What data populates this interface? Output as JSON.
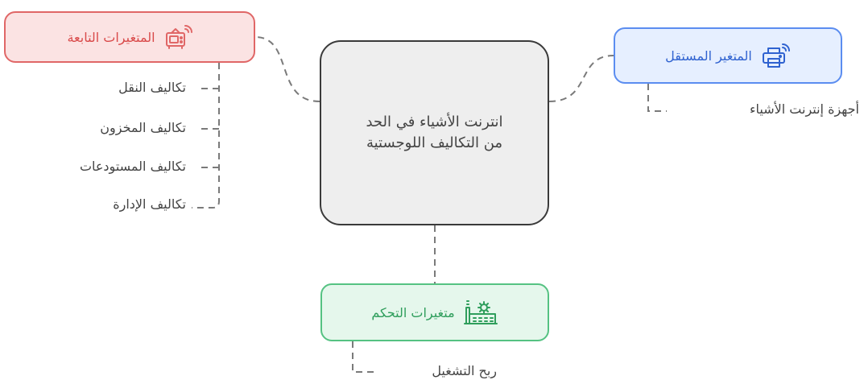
{
  "central": {
    "text": "انترنت الأشياء في الحد من التكاليف اللوجستية"
  },
  "dependent": {
    "title": "المتغيرات التابعة",
    "icon": "tv-antenna-icon",
    "color": "#e06767",
    "items": [
      "تكاليف النقل",
      "تكاليف المخزون",
      "تكاليف المستودعات",
      "تكاليف الإدارة"
    ]
  },
  "independent": {
    "title": "المتغير المستقل",
    "icon": "printer-wifi-icon",
    "color": "#5b8df0",
    "items": [
      "أجهزة إنترنت الأشياء"
    ]
  },
  "control": {
    "title": "متغيرات التحكم",
    "icon": "factory-gear-icon",
    "color": "#55c282",
    "items": [
      "ربح التشغيل"
    ]
  }
}
